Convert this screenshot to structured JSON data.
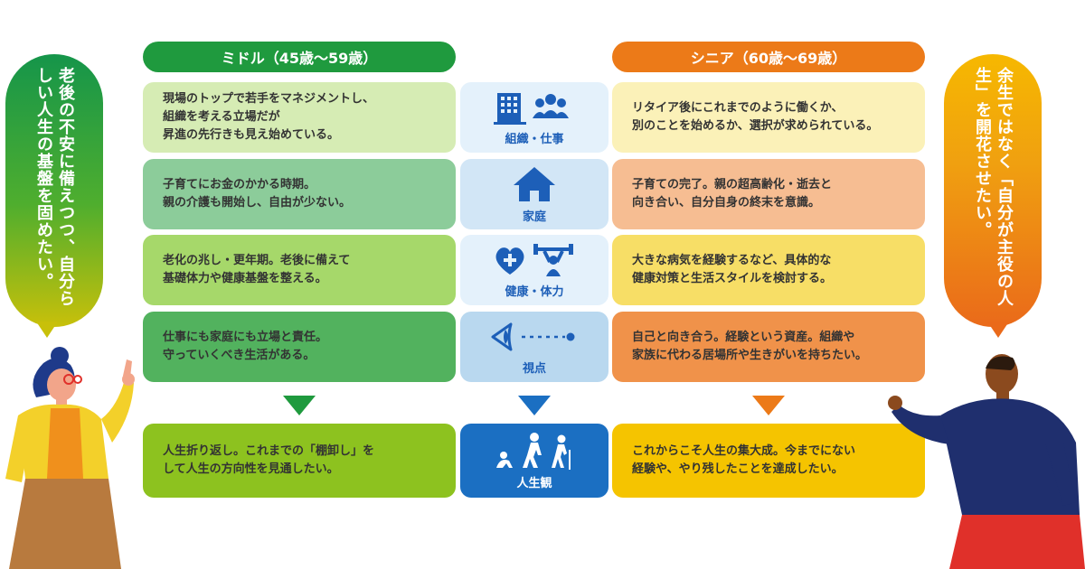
{
  "middle_header": "ミドル（45歳〜59歳）",
  "senior_header": "シニア（60歳〜69歳）",
  "categories": [
    {
      "label": "組織・仕事",
      "icon": "building-people-icon"
    },
    {
      "label": "家庭",
      "icon": "house-icon"
    },
    {
      "label": "健康・体力",
      "icon": "heart-weightlifter-icon"
    },
    {
      "label": "視点",
      "icon": "eye-gaze-icon"
    }
  ],
  "middle_rows": [
    "現場のトップで若手をマネジメントし、\n組織を考える立場だが\n昇進の先行きも見え始めている。",
    "子育てにお金のかかる時期。\n親の介護も開始し、自由が少ない。",
    "老化の兆し・更年期。老後に備えて\n基礎体力や健康基盤を整える。",
    "仕事にも家庭にも立場と責任。\n守っていくべき生活がある。"
  ],
  "senior_rows": [
    "リタイア後にこれまでのように働くか、\n別のことを始めるか、選択が求められている。",
    "子育ての完了。親の超高齢化・逝去と\n向き合い、自分自身の終末を意識。",
    "大きな病気を経験するなど、具体的な\n健康対策と生活スタイルを検討する。",
    "自己と向き合う。経験という資産。組織や\n家族に代わる居場所や生きがいを持ちたい。"
  ],
  "outlook": {
    "label": "人生観",
    "icon": "life-stages-icon",
    "middle": "人生折り返し。これまでの「棚卸し」を\nして人生の方向性を見通したい。",
    "senior": "これからこそ人生の集大成。今までにない\n経験や、やり残したことを達成したい。"
  },
  "left_bubble": "老後の不安に備えつつ、自分らしい人生の基盤を固めたい。",
  "right_bubble": "余生ではなく「自分が主役の人生」を開花させたい。",
  "colors": {
    "middle_header": "#1f9a3e",
    "senior_header": "#ec7a18",
    "middle_rows": [
      "#d6ecb4",
      "#8ccc9a",
      "#a6d86a",
      "#52b25e"
    ],
    "senior_rows": [
      "#fbf1b8",
      "#f6bd92",
      "#f7de66",
      "#f0924a"
    ],
    "center_cells": [
      "#e4f1fb",
      "#d2e6f6",
      "#e4f1fb",
      "#b9d8ef"
    ],
    "outlook_middle": "#8dc21f",
    "outlook_center": "#1b6fc2",
    "outlook_senior": "#f5c400",
    "icon_blue": "#1d5fb8"
  }
}
